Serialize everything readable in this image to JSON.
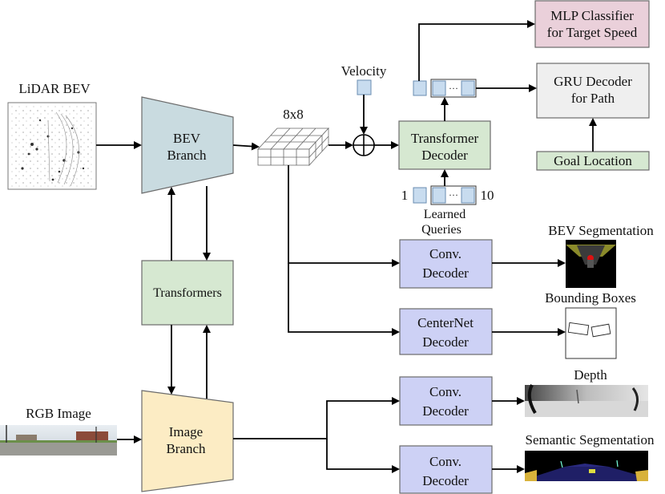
{
  "colors": {
    "bev_branch": "#c9dbe0",
    "image_branch": "#fcecc4",
    "transformer": "#d6e8d1",
    "decoder_blue": "#cdd1f5",
    "mlp_pink": "#ead0da",
    "gru_gray": "#efefef",
    "token_blue": "#c8dcef",
    "output_black": "#000000"
  },
  "inputs": {
    "lidar_label": "LiDAR BEV",
    "rgb_label": "RGB Image",
    "velocity_label": "Velocity"
  },
  "blocks": {
    "bev_branch": [
      "BEV",
      "Branch"
    ],
    "image_branch": [
      "Image",
      "Branch"
    ],
    "transformers": "Transformers",
    "transformer_decoder": [
      "Transformer",
      "Decoder"
    ],
    "mlp": [
      "MLP Classifier",
      "for Target Speed"
    ],
    "gru": [
      "GRU Decoder",
      "for Path"
    ],
    "goal": "Goal Location",
    "conv_decoder_1": [
      "Conv.",
      "Decoder"
    ],
    "centernet": [
      "CenterNet",
      "Decoder"
    ],
    "conv_decoder_2": [
      "Conv.",
      "Decoder"
    ],
    "conv_decoder_3": [
      "Conv.",
      "Decoder"
    ]
  },
  "grid_label": "8x8",
  "queries": {
    "label": [
      "Learned",
      "Queries"
    ],
    "start": "1",
    "end": "10",
    "ellipsis": "···"
  },
  "output_tokens_ellipsis": "···",
  "outputs": {
    "bev_seg": "BEV Segmentation",
    "bbox": "Bounding Boxes",
    "depth": "Depth",
    "sem_seg": "Semantic Segmentation"
  }
}
